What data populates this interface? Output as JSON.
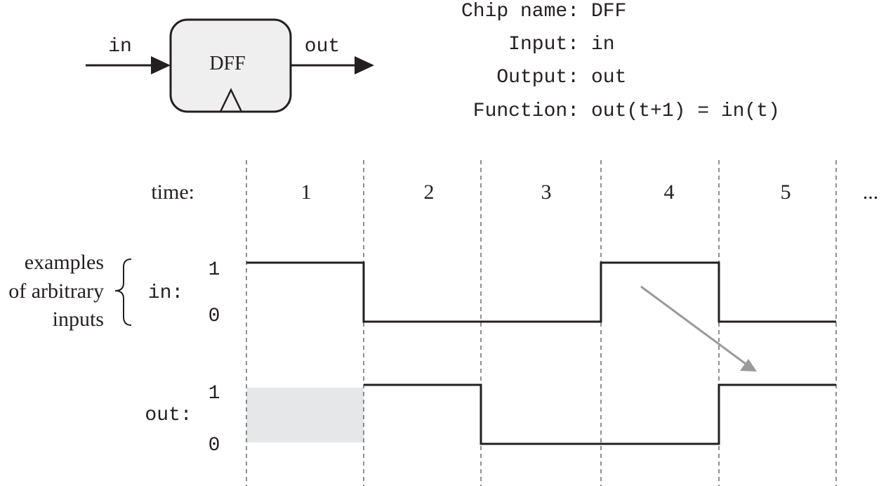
{
  "chip_diagram": {
    "box_label": "DFF",
    "input_label": "in",
    "output_label": "out"
  },
  "spec": {
    "name_key": "Chip name:",
    "name_value": "DFF",
    "input_key": "Input:",
    "input_value": "in",
    "output_key": "Output:",
    "output_value": "out",
    "function_key": "Function:",
    "function_value": "out(t+1) = in(t)"
  },
  "timing": {
    "time_label": "time:",
    "periods": [
      "1",
      "2",
      "3",
      "4",
      "5"
    ],
    "ellipsis": "...",
    "brace_text": [
      "examples",
      "of arbitrary",
      "inputs"
    ],
    "in_signal": {
      "label": "in:",
      "high": "1",
      "low": "0",
      "levels": [
        1,
        0,
        0,
        1,
        0
      ]
    },
    "out_signal": {
      "label": "out:",
      "high": "1",
      "low": "0",
      "levels": [
        null,
        1,
        0,
        0,
        1
      ]
    }
  },
  "colors": {
    "ink": "#231f20",
    "arrow": "#9a9a9a",
    "box_fill": "#efefef",
    "undefined_fill": "#e6e7e8"
  }
}
